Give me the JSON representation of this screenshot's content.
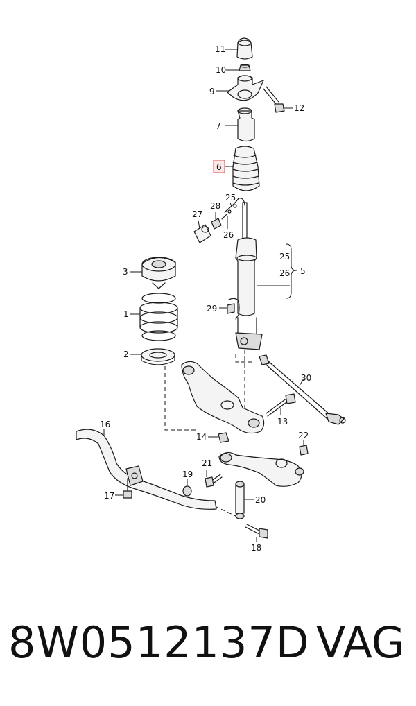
{
  "diagram": {
    "callouts": {
      "c1": "1",
      "c2": "2",
      "c3": "3",
      "c5": "5",
      "c6": "6",
      "c7": "7",
      "c9": "9",
      "c10": "10",
      "c11": "11",
      "c12": "12",
      "c13": "13",
      "c14": "14",
      "c16": "16",
      "c17": "17",
      "c18": "18",
      "c19": "19",
      "c20": "20",
      "c21": "21",
      "c22": "22",
      "c25a": "25",
      "c25b": "25",
      "c26a": "26",
      "c26b": "26",
      "c27": "27",
      "c28": "28",
      "c29": "29",
      "c30": "30"
    },
    "highlight_color": "#e05050"
  },
  "footer": {
    "part_number": "8W0512137D",
    "brand": "VAG"
  }
}
